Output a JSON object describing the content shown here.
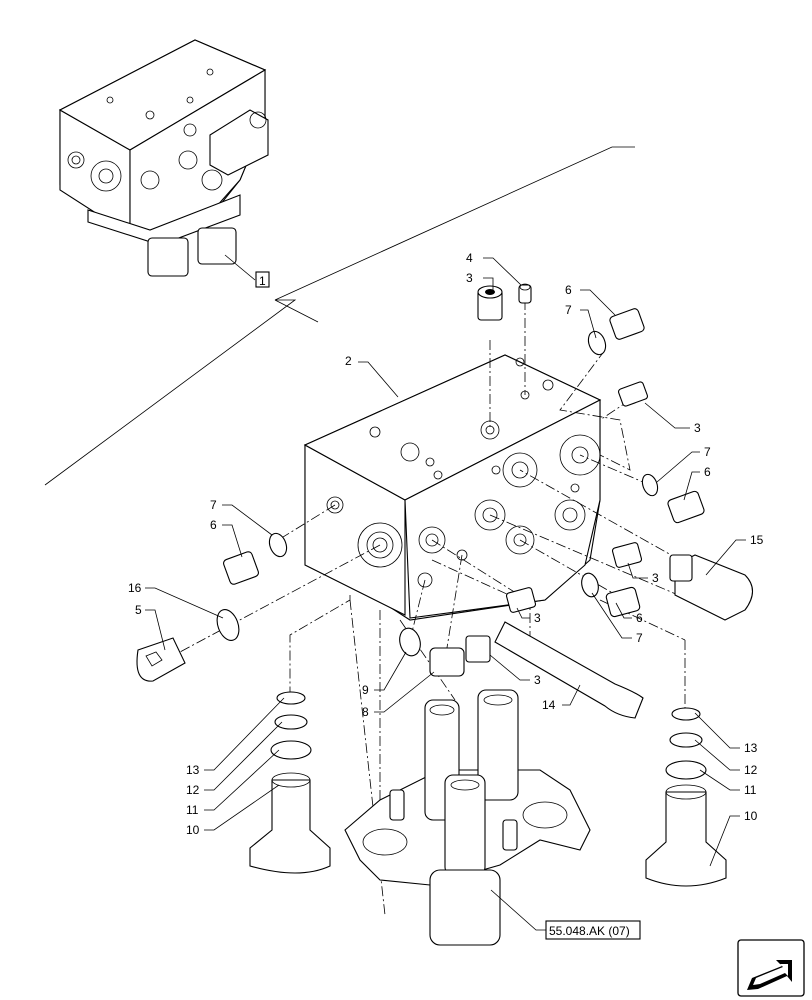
{
  "callouts": {
    "c1": "1",
    "c2": "2",
    "c3a": "3",
    "c3b": "3",
    "c3c": "3",
    "c3d": "3",
    "c3e": "3",
    "c4": "4",
    "c5": "5",
    "c6a": "6",
    "c6b": "6",
    "c6c": "6",
    "c6d": "6",
    "c7a": "7",
    "c7b": "7",
    "c7c": "7",
    "c7d": "7",
    "c8": "8",
    "c9": "9",
    "c10a": "10",
    "c10b": "10",
    "c11a": "11",
    "c11b": "11",
    "c12a": "12",
    "c12b": "12",
    "c13a": "13",
    "c13b": "13",
    "c14": "14",
    "c15": "15",
    "c16": "16"
  },
  "reference": "55.048.AK (07)",
  "icons": {
    "nav": "next-page-arrow-icon"
  }
}
